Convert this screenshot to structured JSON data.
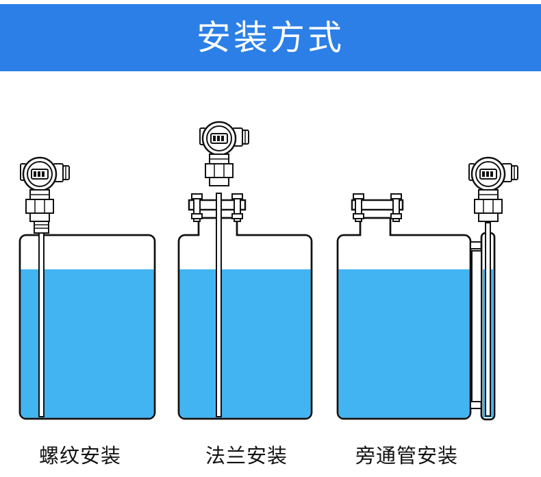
{
  "header": {
    "title": "安装方式"
  },
  "colors": {
    "banner": "#2c7fe6",
    "liquid": "#42b4f2",
    "outline": "#111111"
  },
  "methods": [
    {
      "label": "螺纹安装"
    },
    {
      "label": "法兰安装"
    },
    {
      "label": "旁通管安装"
    }
  ]
}
